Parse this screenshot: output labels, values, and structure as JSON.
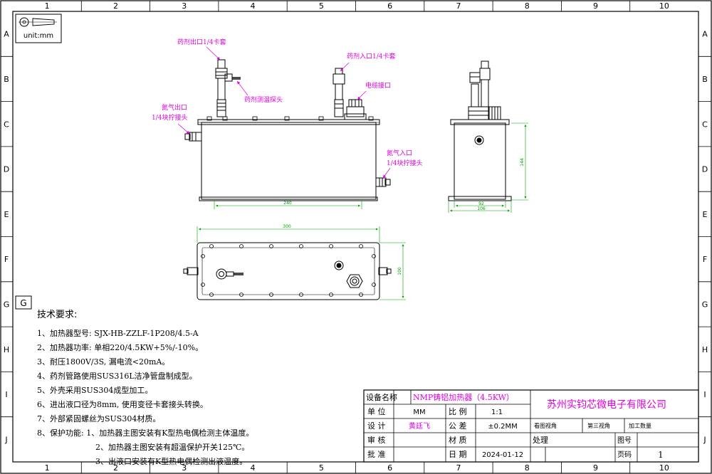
{
  "border": {
    "columns": [
      "1",
      "2",
      "3",
      "4",
      "5",
      "6",
      "7",
      "8",
      "9",
      "10"
    ],
    "rows": [
      "A",
      "B",
      "C",
      "D",
      "E",
      "F",
      "G",
      "H",
      "I",
      "J"
    ]
  },
  "unit_label": "unit:mm",
  "zone_tag": "G",
  "annotations": {
    "outlet_med": "药剂出口1/4卡套",
    "inlet_med": "药剂入口1/4卡套",
    "temp_probe": "药剂测温探头",
    "cable": "电缆接口",
    "n2_out_1": "氮气出口",
    "n2_out_2": "1/4块拧接头",
    "n2_in_1": "氮气入口",
    "n2_in_2": "1/4块拧接头"
  },
  "dims": {
    "front_len": "240",
    "side_h": "144",
    "side_w1": "92",
    "side_w2": "106",
    "top_len": "300",
    "top_h": "100"
  },
  "tech": {
    "title": "技术要求:",
    "items": [
      "1、加热器型号: SJX-HB-ZZLF-1P208/4.5-A",
      "2、加热器功率: 单相220/4.5KW+5%/-10%。",
      "3、耐压1800V/3S, 漏电流<20mA。",
      "4、药剂管路使用SUS316L洁净管盘制成型。",
      "5、外壳采用SUS304成型加工。",
      "6、进出液口径为8mm, 使用变径卡套接头转换。",
      "7、外部紧固螺丝为SUS304材质。",
      "8、保护功能: 1、加热器主图安装有K型热电偶检测主体温度。",
      "2、加热器主图安装有超温保护开关125℃。",
      "3、出液口安装有K型热电偶检测出液温度。"
    ]
  },
  "titleblock": {
    "equip_label": "设备名称",
    "equip_value": "NMP铸铝加热器（4.5KW）",
    "company": "苏州实钧芯微电子有限公司",
    "unit_label": "单 位",
    "unit_value": "MM",
    "scale_label": "比 例",
    "scale_value": "1:1",
    "design_label": "设 计",
    "design_value": "黄廷飞",
    "tol_label": "公 差",
    "tol_value": "±0.2MM",
    "view_label": "看图视角",
    "view_value": "第三视角",
    "qty_label": "加工数量",
    "review_label": "审 核",
    "process_label": "处理",
    "drawing_no_label": "图号",
    "material_label": "材 质",
    "approve_label": "批 准",
    "date_label": "日 期",
    "date_value": "2024-01-12",
    "page_label": "页码",
    "page_value": "1"
  }
}
